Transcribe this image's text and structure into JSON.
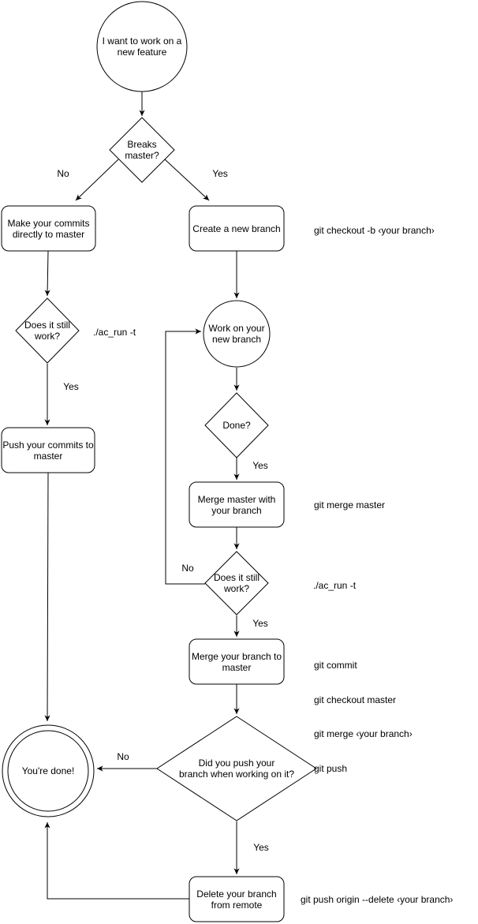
{
  "nodes": {
    "start": {
      "label": "I want to work on a\nnew feature"
    },
    "breaks_master": {
      "label": "Breaks\nmaster?"
    },
    "make_commits": {
      "label": "Make your commits\ndirectly to master"
    },
    "create_branch": {
      "label": "Create a new branch"
    },
    "still_work_1": {
      "label": "Does it still\nwork?"
    },
    "work_on_branch": {
      "label": "Work on your\nnew branch"
    },
    "done": {
      "label": "Done?"
    },
    "push_commits": {
      "label": "Push your commits to\nmaster"
    },
    "merge_master": {
      "label": "Merge master with\nyour branch"
    },
    "still_work_2": {
      "label": "Does it still\nwork?"
    },
    "merge_branch": {
      "label": "Merge your branch to\nmaster"
    },
    "did_you_push": {
      "label": "Did you push your\nbranch when working on it?"
    },
    "youre_done": {
      "label": "You're done!"
    },
    "delete_branch": {
      "label": "Delete your branch\nfrom remote"
    }
  },
  "edge_labels": {
    "breaks_no": "No",
    "breaks_yes": "Yes",
    "still_work_1_yes": "Yes",
    "done_yes": "Yes",
    "still_work_2_no": "No",
    "still_work_2_yes": "Yes",
    "did_push_no": "No",
    "did_push_yes": "Yes"
  },
  "annotations": {
    "checkout_cmd": "git checkout -b ‹your branch›",
    "test_cmd_1": "./ac_run -t",
    "merge_master_cmd": "git merge master",
    "test_cmd_2": "./ac_run -t",
    "merge_branch_cmds": [
      "git commit",
      "git checkout master",
      "git merge ‹your branch›",
      "git push"
    ],
    "delete_remote_cmd": "git push origin --delete ‹your branch›"
  },
  "colors": {
    "stroke": "#000000",
    "fill": "#ffffff",
    "text": "#000000",
    "background": "#ffffff"
  }
}
